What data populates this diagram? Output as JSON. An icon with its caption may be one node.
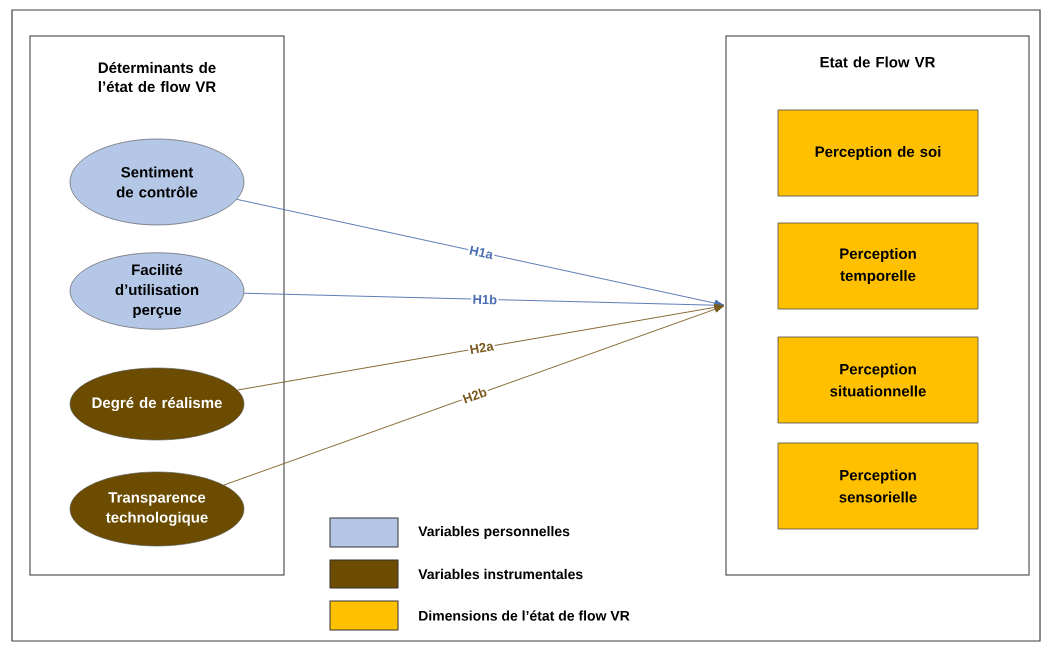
{
  "diagram": {
    "nodes": [
      {
        "text": [
          "Déterminants de l’état de flow VR"
        ]
      },
      {
        "text": [
          "Sentiment de contrôle"
        ],
        "in": 0
      },
      {
        "text": [
          "Facilité d’utilisation perçue"
        ],
        "in": 0
      },
      {
        "text": [
          "Degré de réalisme"
        ],
        "in": 0
      },
      {
        "text": [
          "Transparence technologique"
        ],
        "in": 0
      },
      {
        "text": [
          "Etat de Flow VR"
        ]
      },
      {
        "text": [
          "Perception de soi"
        ],
        "in": 5
      },
      {
        "text": [
          "Perception temporelle"
        ],
        "in": 5
      },
      {
        "text": [
          "Perception situationnelle"
        ],
        "in": 5
      },
      {
        "text": [
          "Perception sensorielle"
        ],
        "in": 5
      }
    ],
    "edges": [
      {
        "from": 1,
        "to": 5,
        "arrow": "to",
        "label": "H1a"
      },
      {
        "from": 2,
        "to": 5,
        "arrow": "to",
        "label": "H1b"
      },
      {
        "from": 3,
        "to": 5,
        "arrow": "to",
        "label": "H2a",
        "color": "#7a5a1e"
      },
      {
        "from": 4,
        "to": 5,
        "arrow": "to",
        "label": "H2b",
        "color": "#7a5a1e"
      }
    ],
    "legend": [
      {
        "text": "Variables  personnelles",
        "color": "#b4c7e7"
      },
      {
        "text": "Variables instrumentales",
        "color": "#6b4c00"
      },
      {
        "text": "Dimensions de l’état de flow VR",
        "color": "#ffc000"
      }
    ]
  }
}
